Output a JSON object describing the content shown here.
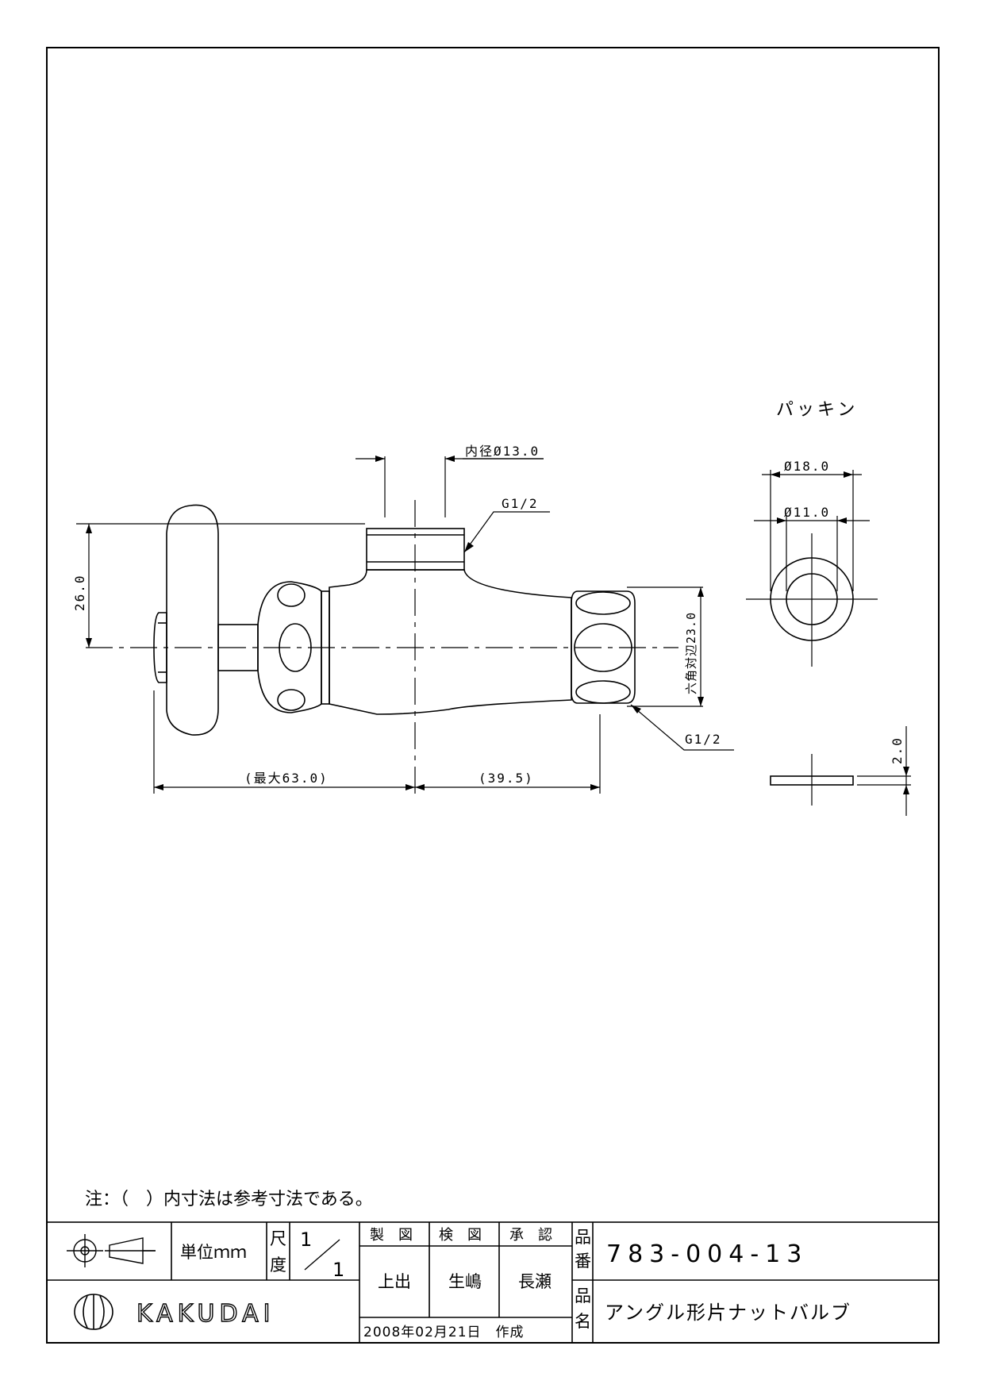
{
  "drawing": {
    "packing_title": "パッキン",
    "dims": {
      "inner_diameter": "内径Ø13.0",
      "thread_top": "G1/2",
      "thread_side": "G1/2",
      "height": "26.0",
      "hex_across_flats": "六角対辺23.0",
      "max_length": "(最大63.0)",
      "center_to_end": "(39.5)",
      "packing_outer": "Ø18.0",
      "packing_inner": "Ø11.0",
      "packing_thickness": "2.0"
    },
    "note": "注：（　）内寸法は参考寸法である。"
  },
  "title_block": {
    "unit_label": "単位ｍｍ",
    "scale_label_1": "尺",
    "scale_label_2": "度",
    "scale_num": "1",
    "scale_den": "1",
    "col_drawn": "製　図",
    "col_checked": "検　図",
    "col_approved": "承　認",
    "drawn_by": "上出",
    "checked_by": "生嶋",
    "approved_by": "長瀬",
    "date": "2008年02月21日　作成",
    "part_no_label_1": "品",
    "part_no_label_2": "番",
    "part_no": "783-004-13",
    "part_name_label_1": "品",
    "part_name_label_2": "名",
    "part_name": "アングル形片ナットバルブ",
    "logo": "KAKUDAI"
  }
}
